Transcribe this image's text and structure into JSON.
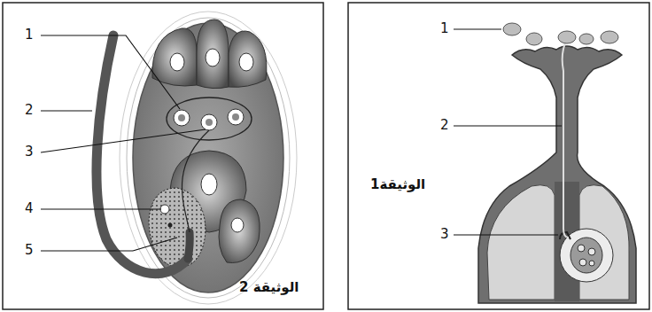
{
  "diagram": {
    "labels": [
      "1",
      "2",
      "3",
      "4",
      "5",
      "الوثيقة 2",
      "1",
      "2",
      "3",
      "الوثيقة1"
    ]
  }
}
